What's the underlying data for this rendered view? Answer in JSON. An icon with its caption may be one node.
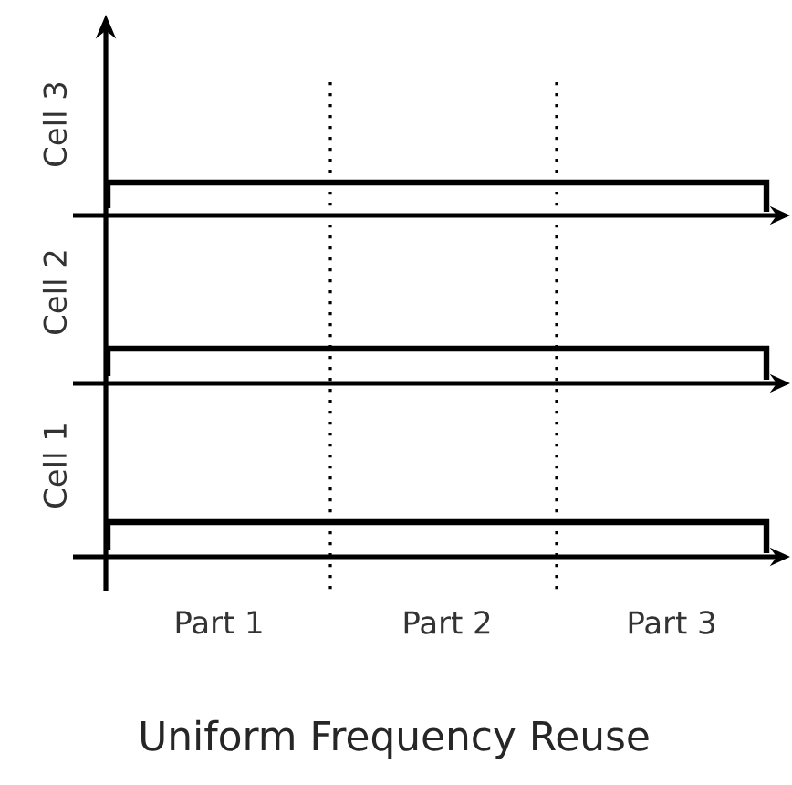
{
  "diagram": {
    "title": "Uniform Frequency Reuse",
    "labels": [
      "Cell 3",
      "Cell 2",
      "Cell 1",
      "Part 1",
      "Part 2",
      "Part 3"
    ]
  }
}
